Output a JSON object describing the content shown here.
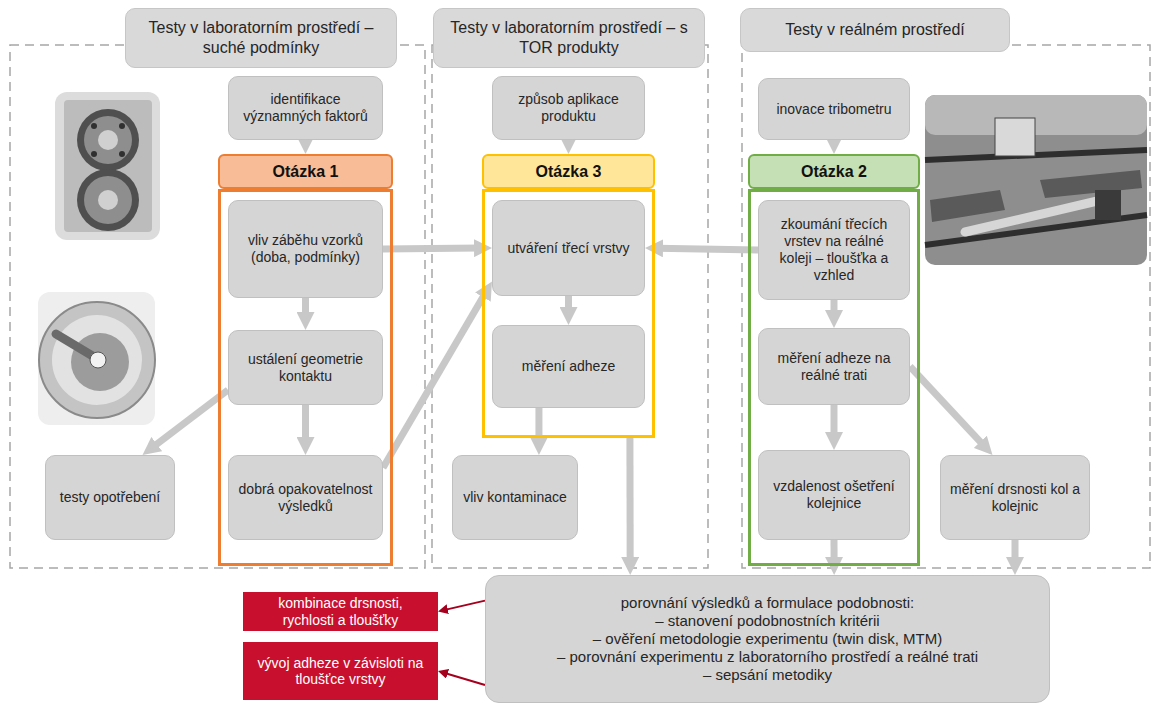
{
  "diagram": {
    "nodes": [
      {
        "text": [
          "Testy v laboratorním prostředí – suché podmínky"
        ]
      },
      {
        "text": [
          "Testy v laboratorním prostředí – s TOR produkty"
        ]
      },
      {
        "text": [
          "Testy v reálném prostředí"
        ]
      },
      {
        "text": [
          "identifikace významných faktorů"
        ]
      },
      {
        "text": [
          "Otázka 1"
        ]
      },
      {
        "text": [
          "vliv záběhu vzorků (doba, podmínky)"
        ],
        "in": 4
      },
      {
        "text": [
          "ustálení geometrie kontaktu"
        ],
        "in": 4
      },
      {
        "text": [
          "dobrá opakovatelnost výsledků"
        ],
        "in": 4
      },
      {
        "text": [
          "testy opotřebení"
        ]
      },
      {
        "text": [
          "způsob aplikace produktu"
        ]
      },
      {
        "text": [
          "Otázka 3"
        ]
      },
      {
        "text": [
          "utváření třecí vrstvy"
        ],
        "in": 10
      },
      {
        "text": [
          "měření adheze"
        ],
        "in": 10
      },
      {
        "text": [
          "vliv kontaminace"
        ]
      },
      {
        "text": [
          "inovace tribometru"
        ]
      },
      {
        "text": [
          "Otázka 2"
        ]
      },
      {
        "text": [
          "zkoumání třecích vrstev na reálné koleji – tloušťka a vzhled"
        ],
        "in": 15
      },
      {
        "text": [
          "měření adheze na reálné trati"
        ],
        "in": 15
      },
      {
        "text": [
          "vzdalenost ošetření kolejnice"
        ],
        "in": 15
      },
      {
        "text": [
          "měření drsnosti kol a kolejnic"
        ]
      },
      {
        "text": [
          "porovnání výsledků a formulace podobnosti:",
          "– stanovení podobnostních kritérii",
          "– ověření metodologie experimentu (twin disk, MTM)",
          "– porovnání experimentu z laboratorního prostředí a reálné trati",
          "– sepsání metodiky"
        ]
      },
      {
        "text": [
          "kombinace drsnosti, rychlosti a tloušťky"
        ]
      },
      {
        "text": [
          "vývoj adheze v závisloti na tloušťce vrstvy"
        ]
      }
    ],
    "edges": [
      {
        "from": 3,
        "to": 4,
        "arrow": "to"
      },
      {
        "from": 5,
        "to": 6,
        "arrow": "to"
      },
      {
        "from": 6,
        "to": 7,
        "arrow": "to"
      },
      {
        "from": 6,
        "to": 8,
        "arrow": "to"
      },
      {
        "from": 7,
        "to": 11,
        "arrow": "to"
      },
      {
        "from": 5,
        "to": 11,
        "arrow": "to"
      },
      {
        "from": 16,
        "to": 11,
        "arrow": "to"
      },
      {
        "from": 9,
        "to": 10,
        "arrow": "to"
      },
      {
        "from": 11,
        "to": 12,
        "arrow": "to"
      },
      {
        "from": 12,
        "to": 13,
        "arrow": "to"
      },
      {
        "from": 10,
        "to": 20,
        "arrow": "to"
      },
      {
        "from": 14,
        "to": 15,
        "arrow": "to"
      },
      {
        "from": 16,
        "to": 17,
        "arrow": "to"
      },
      {
        "from": 17,
        "to": 18,
        "arrow": "to"
      },
      {
        "from": 17,
        "to": 19,
        "arrow": "to"
      },
      {
        "from": 18,
        "to": 20,
        "arrow": "to"
      },
      {
        "from": 19,
        "to": 20,
        "arrow": "to"
      },
      {
        "from": 20,
        "to": 21,
        "arrow": "to"
      },
      {
        "from": 20,
        "to": 22,
        "arrow": "to"
      }
    ]
  }
}
